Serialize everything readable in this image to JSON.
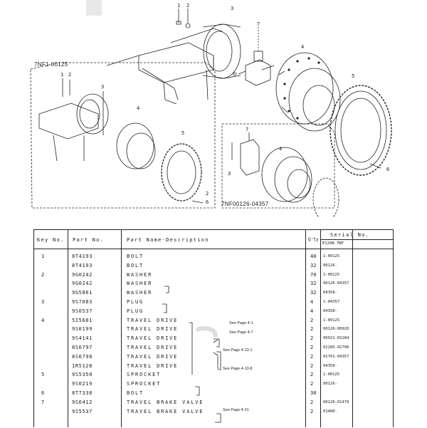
{
  "diagram": {
    "inset_left_label": "7NF1-00125",
    "inset_bottom_label": "7NF00126-04357",
    "callouts": [
      "1",
      "2",
      "3",
      "7",
      "4",
      "5",
      "6"
    ]
  },
  "table": {
    "headers": {
      "key": "Key No.",
      "part": "Part No.",
      "name": "Part Name·Description",
      "qty": "Q'ty",
      "serial": "Serial No.",
      "model": "E120B-7NF"
    },
    "rows": [
      {
        "key": "1",
        "part": "8T4193",
        "name": "BOLT",
        "qty": "40",
        "serial": "1-00125"
      },
      {
        "key": "",
        "part": "8T4193",
        "name": "BOLT",
        "qty": "32",
        "serial": "00126-"
      },
      {
        "key": "2",
        "part": "9G0242",
        "name": "WASHER",
        "qty": "70",
        "serial": "1-00125"
      },
      {
        "key": "",
        "part": "9G0242",
        "name": "WASHER",
        "qty": "32",
        "serial": "00126-04357"
      },
      {
        "key": "",
        "part": "9G5861",
        "name": "WASHER",
        "qty": "32",
        "serial": "04358-"
      },
      {
        "key": "3",
        "part": "9S7083",
        "name": "PLUG",
        "qty": "4",
        "serial": "1-04357"
      },
      {
        "key": "",
        "part": "9S0537",
        "name": "PLUG",
        "qty": "4",
        "serial": "04358-"
      },
      {
        "key": "4",
        "part": "5I5681",
        "name": "TRAVEL DRIVE",
        "qty": "2",
        "serial": "1-00125"
      },
      {
        "key": "",
        "part": "9S0199",
        "name": "TRAVEL DRIVE",
        "qty": "2",
        "serial": "00126-00920"
      },
      {
        "key": "",
        "part": "9S4141",
        "name": "TRAVEL DRIVE",
        "qty": "2",
        "serial": "00921-02284"
      },
      {
        "key": "",
        "part": "8S6797",
        "name": "TRAVEL DRIVE",
        "qty": "2",
        "serial": "02285-02700"
      },
      {
        "key": "",
        "part": "8S6798",
        "name": "TRAVEL DRIVE",
        "qty": "2",
        "serial": "02701-04357"
      },
      {
        "key": "",
        "part": "1R5128",
        "name": "TRAVEL DRIVE",
        "qty": "2",
        "serial": "04358-"
      },
      {
        "key": "5",
        "part": "9S5350",
        "name": "SPROCKET",
        "qty": "2",
        "serial": "1-00125"
      },
      {
        "key": "",
        "part": "9S0219",
        "name": "SPROCKET",
        "qty": "2",
        "serial": "00126-"
      },
      {
        "key": "6",
        "part": "8T7338",
        "name": "BOLT",
        "qty": "30",
        "serial": ""
      },
      {
        "key": "7",
        "part": "9S0412",
        "name": "TRAVEL BRAKE VALVE",
        "qty": "2",
        "serial": "00126-01479"
      },
      {
        "key": "",
        "part": "9S5537",
        "name": "TRAVEL BRAKE VALVE",
        "qty": "2",
        "serial": "01480-"
      }
    ],
    "refs": [
      "See Page 4-1",
      "See Page 4-7",
      "See Page 4-13-1",
      "See Page 4-13-8",
      "See Page 4-31"
    ]
  }
}
